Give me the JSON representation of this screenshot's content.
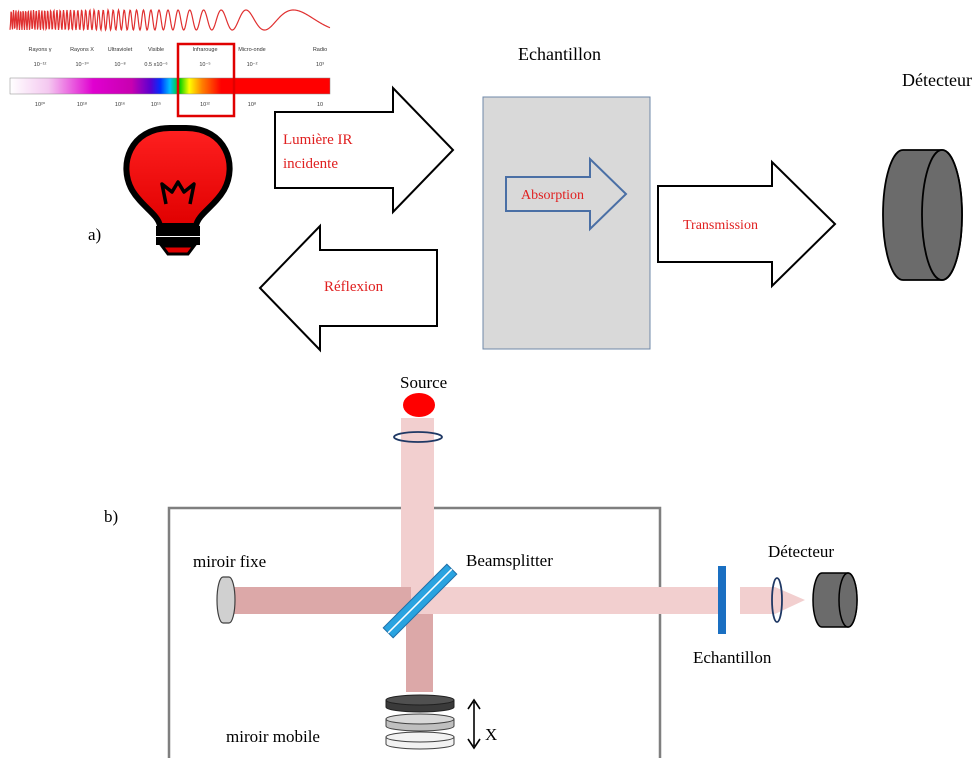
{
  "part_a": {
    "label": "a)",
    "sample_title": "Echantillon",
    "detector_title": "Détecteur",
    "incident_text_line1": "Lumière IR",
    "incident_text_line2": "incidente",
    "absorption_text": "Absorption",
    "transmission_text": "Transmission",
    "reflection_text": "Réflexion",
    "spectrum": {
      "regions": [
        "Rayons  γ",
        "Rayons X",
        "Ultraviolet",
        "Visible",
        "Infrarouge",
        "Micro-onde",
        "Radio"
      ],
      "wavelengths": [
        "10⁻¹²",
        "10⁻¹⁰",
        "10⁻⁸",
        "0.5 x10⁻⁶",
        "10⁻⁵",
        "10⁻²",
        "10³"
      ],
      "frequencies": [
        "10²⁰",
        "10¹⁸",
        "10¹⁶",
        "10¹⁵",
        "10¹²",
        "10⁸",
        "10"
      ]
    }
  },
  "part_b": {
    "label": "b)",
    "source": "Source",
    "fixed_mirror": "miroir fixe",
    "beamsplitter": "Beamsplitter",
    "detector": "Détecteur",
    "sample": "Echantillon",
    "moving_mirror": "miroir mobile",
    "axis": "X"
  },
  "colors": {
    "red_text": "#e02020",
    "arrow_outline": "#000000",
    "absorption_outline": "#4a6fa5",
    "sample_fill": "#d9d9d9",
    "sample_border": "#6f88a8",
    "detector_gray": "#6b6b6b",
    "beam_pink": "#f2cfcf",
    "beam_dark": "#dca8a8",
    "beamsplitter_blue": "#29a3e0",
    "sample_bar_blue": "#1a6fc2",
    "bulb_red": "#ff0000"
  }
}
